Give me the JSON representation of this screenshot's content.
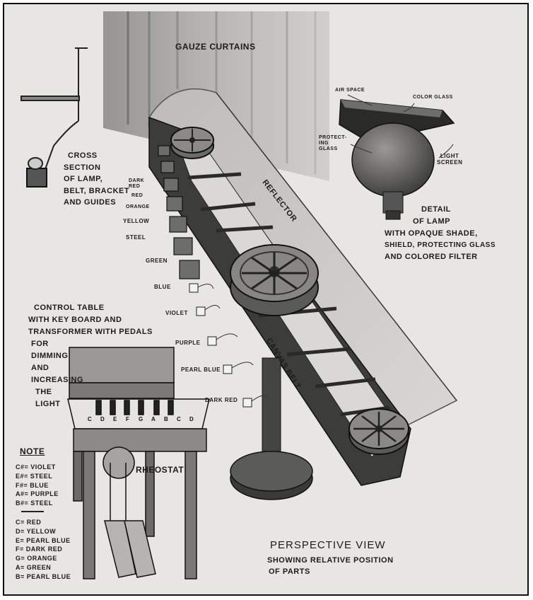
{
  "labels": {
    "gauze_curtains": "GAUZE CURTAINS",
    "air_space": "AIR SPACE",
    "color_glass": "COLOR GLASS",
    "protecting_glass": [
      "PROTECT-",
      "ING",
      "GLASS"
    ],
    "light_screen": [
      "LIGHT",
      "SCREEN"
    ],
    "cross_section": [
      "CROSS",
      "SECTION",
      "OF LAMP,",
      "BELT, BRACKET",
      "AND GUIDES"
    ],
    "reflector": "REFLECTOR",
    "detail_of_lamp": [
      "DETAIL",
      "OF LAMP",
      "WITH OPAQUE SHADE,",
      "SHIELD, PROTECTING GLASS",
      "AND COLORED FILTER"
    ],
    "control_table": [
      "CONTROL TABLE",
      "WITH KEY BOARD AND",
      "TRANSFORMER WITH PEDALS",
      "FOR",
      "DIMMING",
      "AND",
      "INCREASING",
      "THE",
      "LIGHT"
    ],
    "canvas_belt": "CANVAS BELT",
    "rheostat": "RHEOSTAT",
    "perspective_view": "PERSPECTIVE VIEW",
    "showing": "SHOWING RELATIVE POSITION",
    "of_parts": "OF PARTS"
  },
  "belt_colors": [
    {
      "line1": "DARK",
      "line2": "RED"
    },
    {
      "line1": "RED",
      "line2": ""
    },
    {
      "line1": "ORANGE",
      "line2": ""
    },
    {
      "line1": "YELLOW",
      "line2": ""
    },
    {
      "line1": "STEEL",
      "line2": ""
    },
    {
      "line1": "GREEN",
      "line2": ""
    },
    {
      "line1": "BLUE",
      "line2": ""
    },
    {
      "line1": "VIOLET",
      "line2": ""
    },
    {
      "line1": "PURPLE",
      "line2": ""
    },
    {
      "line1": "PEARL BLUE",
      "line2": ""
    },
    {
      "line1": "DARK RED",
      "line2": ""
    }
  ],
  "keyboard_keys": [
    "C",
    "D",
    "E",
    "F",
    "G",
    "A",
    "B",
    "C",
    "D"
  ],
  "note": {
    "title": "NOTE",
    "sharps": [
      "C#= VIOLET",
      "E#= STEEL",
      "F#= BLUE",
      "A#= PURPLE",
      "B#= STEEL"
    ],
    "naturals": [
      "C= RED",
      "D= YELLOW",
      "E= PEARL BLUE",
      "F= DARK RED",
      "G= ORANGE",
      "A= GREEN",
      "B= PEARL BLUE"
    ]
  }
}
